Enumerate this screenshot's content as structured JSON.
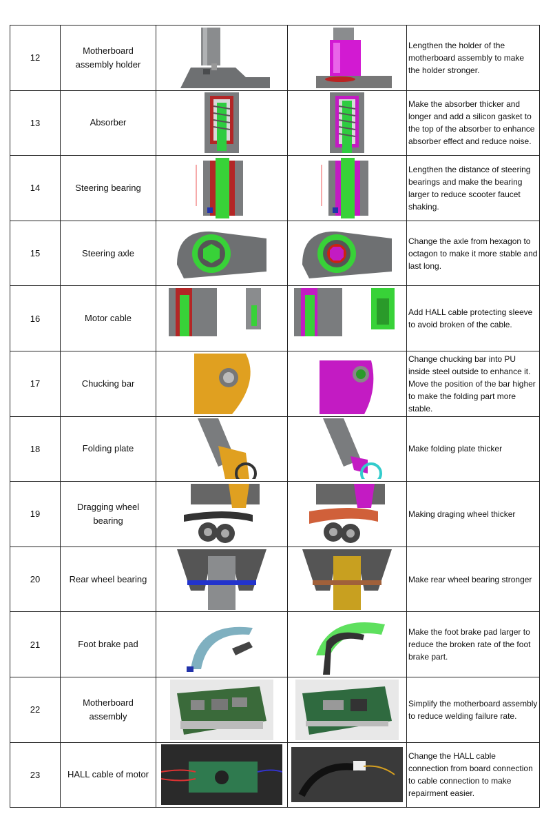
{
  "rows": [
    {
      "no": "12",
      "part": "Motherboard assembly holder",
      "desc": "Lengthen the holder of the motherboard assembly to make the holder stronger.",
      "before_icon": "holder-before-icon",
      "after_icon": "holder-after-icon"
    },
    {
      "no": "13",
      "part": "Absorber",
      "desc": "Make the absorber thicker and longer and add a silicon gasket to the top of the absorber to enhance absorber effect and reduce noise.",
      "before_icon": "absorber-before-icon",
      "after_icon": "absorber-after-icon"
    },
    {
      "no": "14",
      "part": "Steering bearing",
      "desc": "Lengthen the distance of steering bearings and make the bearing larger to reduce scooter faucet shaking.",
      "before_icon": "steering-bearing-before-icon",
      "after_icon": "steering-bearing-after-icon"
    },
    {
      "no": "15",
      "part": "Steering axle",
      "desc": "Change the axle from hexagon to octagon to make it more stable and last long.",
      "before_icon": "steering-axle-before-icon",
      "after_icon": "steering-axle-after-icon"
    },
    {
      "no": "16",
      "part": "Motor cable",
      "desc": "Add HALL cable protecting sleeve to avoid broken of the cable.",
      "before_icon": "motor-cable-before-icon",
      "after_icon": "motor-cable-after-icon"
    },
    {
      "no": "17",
      "part": "Chucking bar",
      "desc": "Change chucking bar into PU inside steel outside to enhance it.\nMove the position of the bar higher to make the folding part more stable.",
      "before_icon": "chucking-bar-before-icon",
      "after_icon": "chucking-bar-after-icon"
    },
    {
      "no": "18",
      "part": "Folding plate",
      "desc": "Make folding plate thicker",
      "before_icon": "folding-plate-before-icon",
      "after_icon": "folding-plate-after-icon"
    },
    {
      "no": "19",
      "part": "Dragging wheel bearing",
      "desc": "Making draging wheel thicker",
      "before_icon": "dragging-wheel-before-icon",
      "after_icon": "dragging-wheel-after-icon"
    },
    {
      "no": "20",
      "part": "Rear wheel bearing",
      "desc": "Make rear wheel bearing stronger",
      "before_icon": "rear-wheel-before-icon",
      "after_icon": "rear-wheel-after-icon"
    },
    {
      "no": "21",
      "part": "Foot brake pad",
      "desc": "Make the foot brake pad larger to reduce the broken rate of the foot brake part.",
      "before_icon": "brake-pad-before-icon",
      "after_icon": "brake-pad-after-icon"
    },
    {
      "no": "22",
      "part": "Motherboard assembly",
      "desc": "Simplify the motherboard assembly to reduce welding failure rate.",
      "before_icon": "motherboard-before-icon",
      "after_icon": "motherboard-after-icon"
    },
    {
      "no": "23",
      "part": "HALL cable of motor",
      "desc": "Change the HALL cable connection from board connection to cable connection to make repairment easier.",
      "before_icon": "hall-cable-before-icon",
      "after_icon": "hall-cable-after-icon"
    }
  ]
}
